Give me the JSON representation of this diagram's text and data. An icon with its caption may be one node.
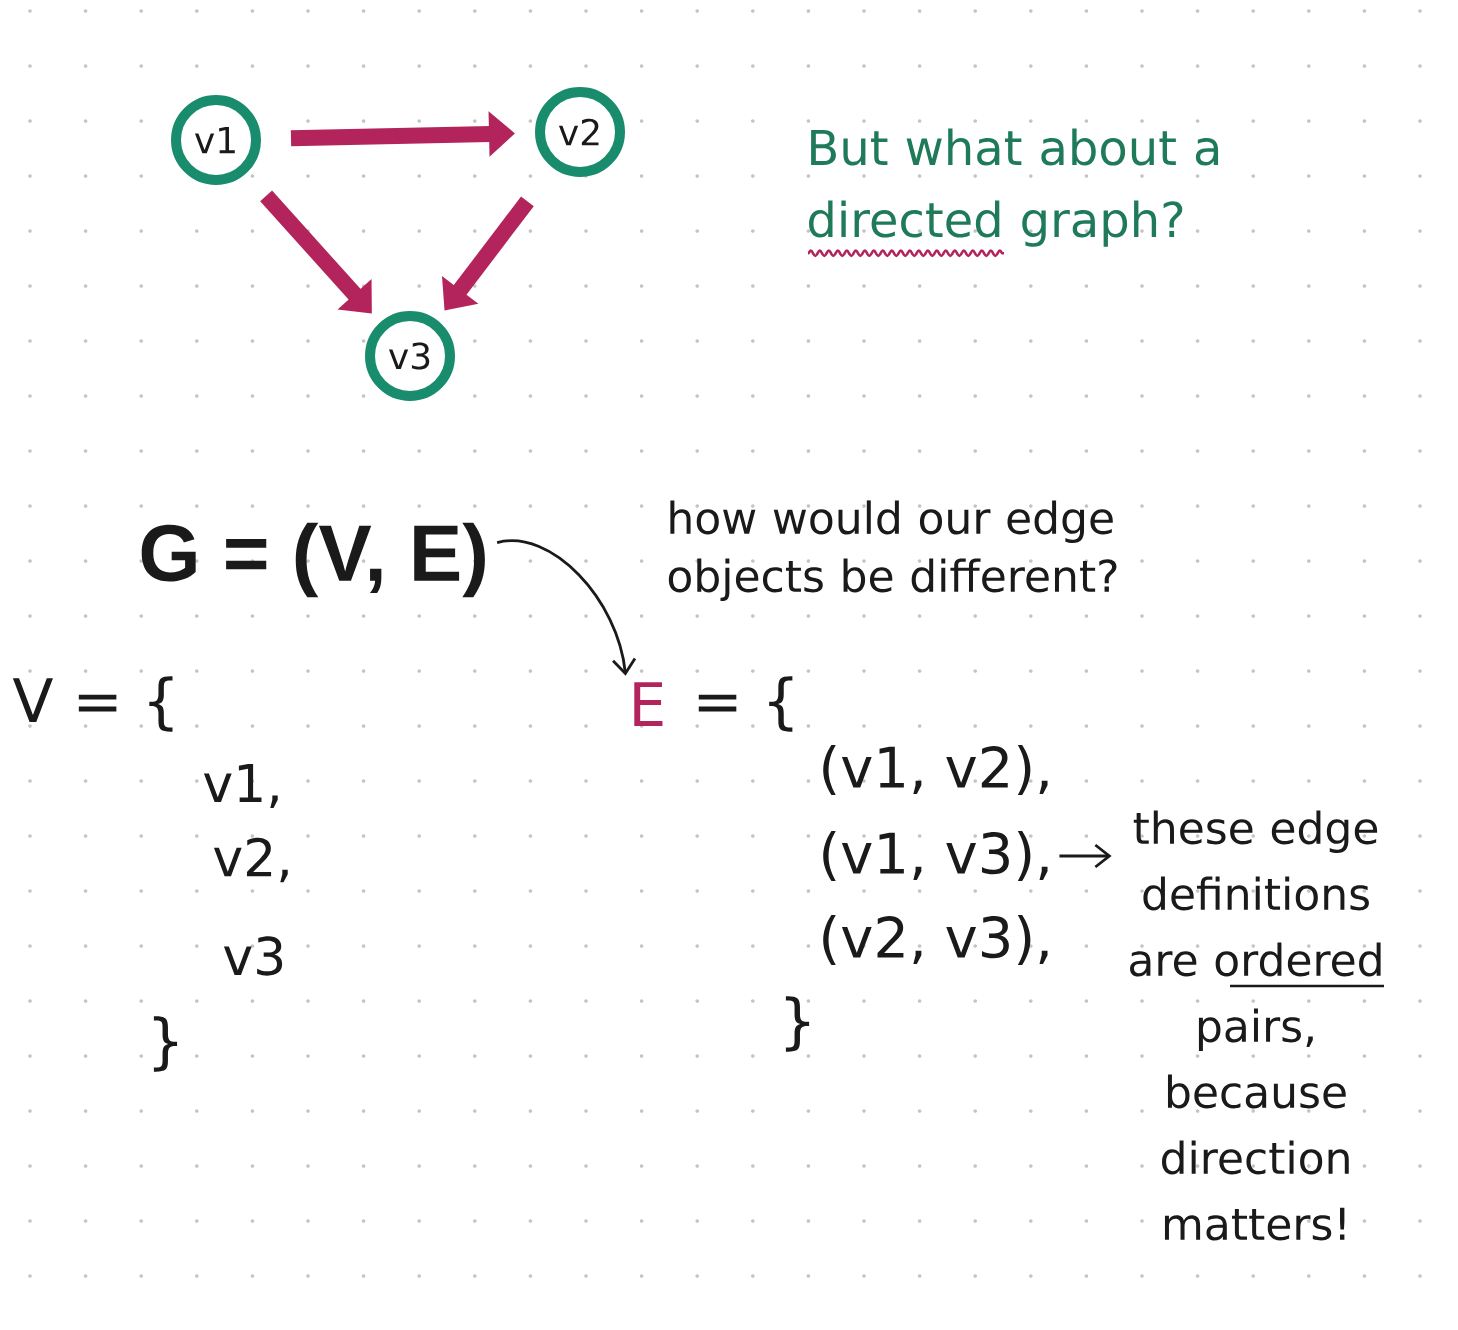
{
  "diagram": {
    "nodes": [
      {
        "text": [
          "v1"
        ]
      },
      {
        "text": [
          "v2"
        ]
      },
      {
        "text": [
          "v3"
        ]
      },
      {
        "text": [
          "G = (V, E)"
        ]
      },
      {
        "text": [
          "E"
        ]
      },
      {
        "text": [
          "(v1, v3),"
        ]
      },
      {
        "text": [
          "these edge definitions are ordered pairs, because direction matters!"
        ]
      }
    ],
    "edges": [
      {
        "from": 0,
        "to": 1,
        "arrow": "to"
      },
      {
        "from": 0,
        "to": 2,
        "arrow": "to"
      },
      {
        "from": 1,
        "to": 2,
        "arrow": "to"
      },
      {
        "from": 3,
        "to": 4,
        "arrow": "to",
        "color": "#1a1a1a"
      },
      {
        "from": 5,
        "to": 6,
        "arrow": "to",
        "color": "#1a1a1a"
      }
    ],
    "labels": [
      "But what about a directed graph?",
      "how would our edge objects be different?",
      "V = {",
      "v1,",
      "v2,",
      "v3",
      "}",
      "= {",
      "(v1, v2),",
      "(v2, v3),",
      "}"
    ]
  }
}
